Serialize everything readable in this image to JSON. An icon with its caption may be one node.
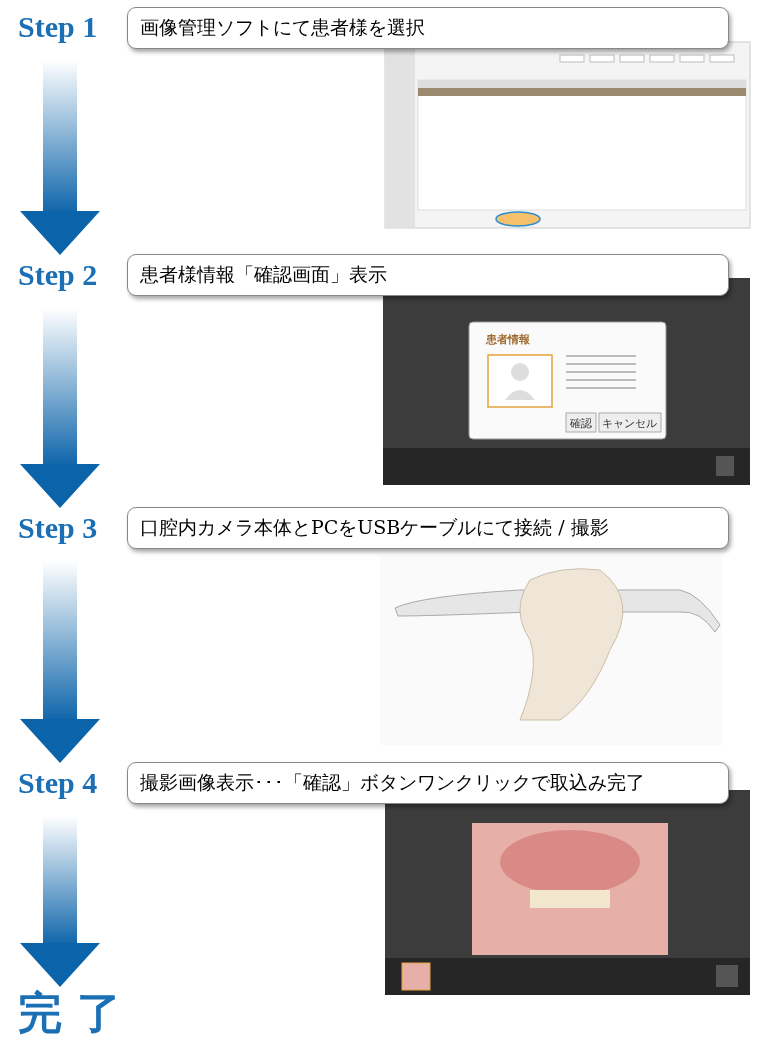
{
  "diagram": {
    "nodes": [
      {
        "text": [
          "Step 1"
        ]
      },
      {
        "text": [
          "画像管理ソフトにて患者様を選択"
        ]
      },
      {
        "text": [
          "Step 2"
        ]
      },
      {
        "text": [
          "患者様情報「確認画面」表示"
        ]
      },
      {
        "text": [
          "Step 3"
        ]
      },
      {
        "text": [
          "口腔内カメラ本体とPCをUSBケーブルにて接続 / 撮影"
        ]
      },
      {
        "text": [
          "Step 4"
        ]
      },
      {
        "text": [
          "撮影画像表示･･･「確認」ボタンワンクリックで取込み完了"
        ]
      },
      {
        "text": [
          "完 了"
        ]
      }
    ],
    "edges": [
      {
        "from": 0,
        "to": 2,
        "arrow": "to"
      },
      {
        "from": 2,
        "to": 4,
        "arrow": "to"
      },
      {
        "from": 4,
        "to": 6,
        "arrow": "to"
      },
      {
        "from": 6,
        "to": 8,
        "arrow": "to"
      }
    ],
    "labels": [
      "患者情報",
      "確認",
      "キャンセル"
    ]
  }
}
